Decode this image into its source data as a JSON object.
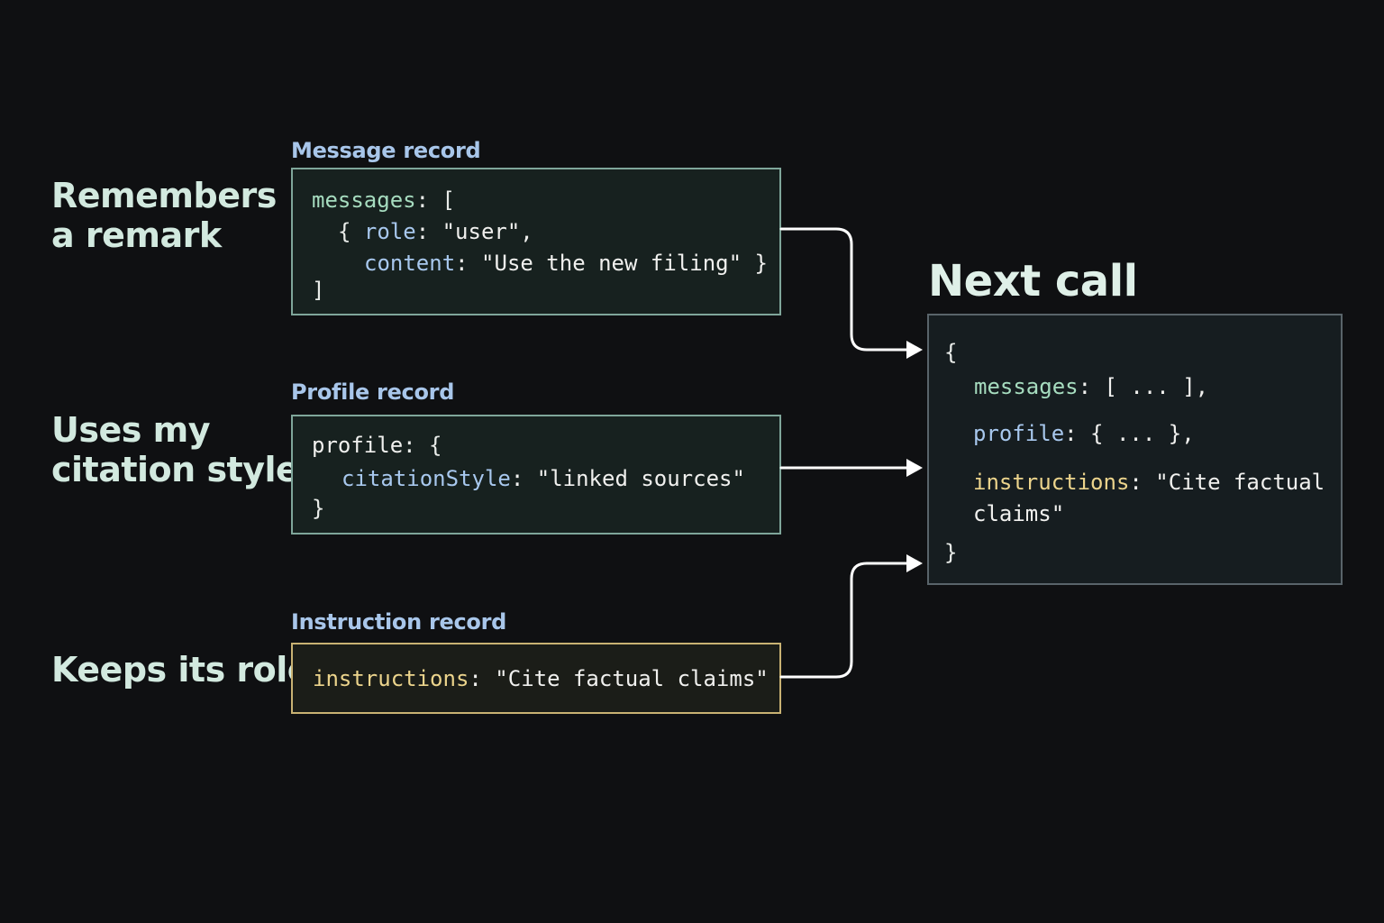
{
  "rows": [
    {
      "label_lines": [
        "Remembers",
        "a remark"
      ],
      "caption": "Message record",
      "code": {
        "key_messages": "messages",
        "open": ": [",
        "brace_open": "{ ",
        "key_role": "role",
        "role_value": ": \"user\",",
        "key_content": "content",
        "content_value": ": \"Use the new filing\" }",
        "close": "]"
      }
    },
    {
      "label_lines": [
        "Uses my",
        "citation style"
      ],
      "caption": "Profile record",
      "code": {
        "key_profile": "profile",
        "open": ": {",
        "key_citation": "citationStyle",
        "citation_value": ": \"linked sources\"",
        "close": "}"
      }
    },
    {
      "label_lines": [
        "Keeps its role"
      ],
      "caption": "Instruction record",
      "code": {
        "key_instructions": "instructions",
        "instructions_value": ": \"Cite factual claims\""
      }
    }
  ],
  "next_call": {
    "title": "Next call",
    "open": "{",
    "key_messages": "messages",
    "messages_value": ": [ ... ],",
    "key_profile": "profile",
    "profile_value": ": { ... },",
    "key_instructions": "instructions",
    "instructions_value_1": ": \"Cite factual",
    "instructions_value_2": "claims\"",
    "close": "}"
  },
  "colors": {
    "background": "#0f1012",
    "message_border": "#7fa69a",
    "instruction_border": "#c9b273",
    "key_green": "#a6dcbf",
    "key_blue": "#a8c8ee",
    "key_yellow": "#ecd48c",
    "arrow": "#ffffff"
  }
}
